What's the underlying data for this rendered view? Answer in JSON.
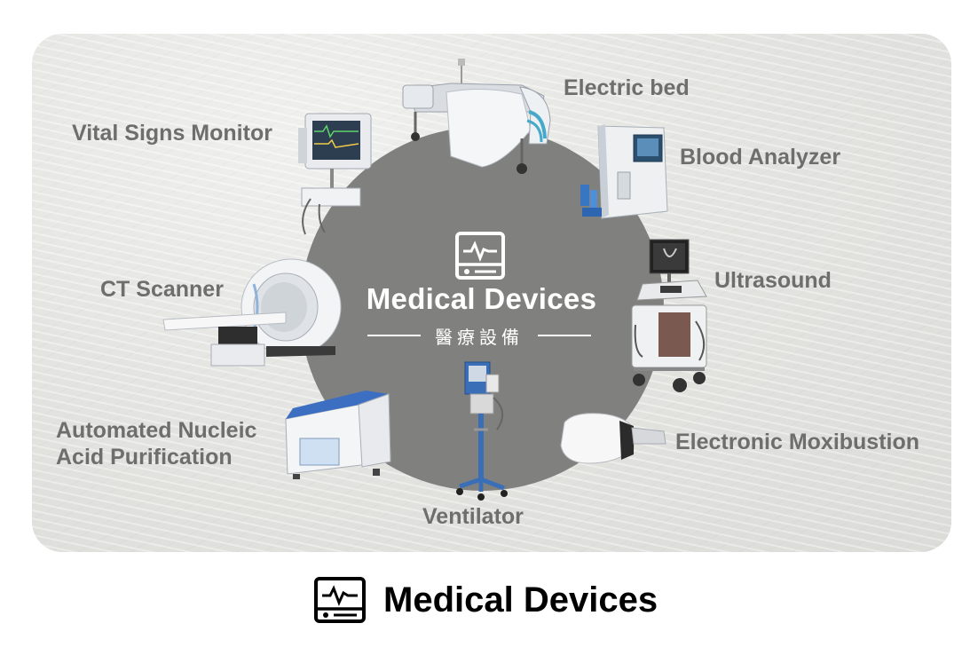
{
  "hub": {
    "title": "Medical Devices",
    "subtitle": "醫療設備"
  },
  "devices": [
    {
      "label": "Electric bed"
    },
    {
      "label": "Blood Analyzer"
    },
    {
      "label": "Ultrasound"
    },
    {
      "label": "Electronic Moxibustion"
    },
    {
      "label": "Ventilator"
    },
    {
      "label_line1": "Automated Nucleic",
      "label_line2": "Acid Purification"
    },
    {
      "label": "CT Scanner"
    },
    {
      "label": "Vital Signs Monitor"
    }
  ],
  "footer": {
    "title": "Medical Devices"
  },
  "colors": {
    "hub": "#80807e",
    "label": "#6e6e6d",
    "accent_blue": "#2d6fb5"
  },
  "icons": [
    "monitor-heartbeat-icon"
  ]
}
